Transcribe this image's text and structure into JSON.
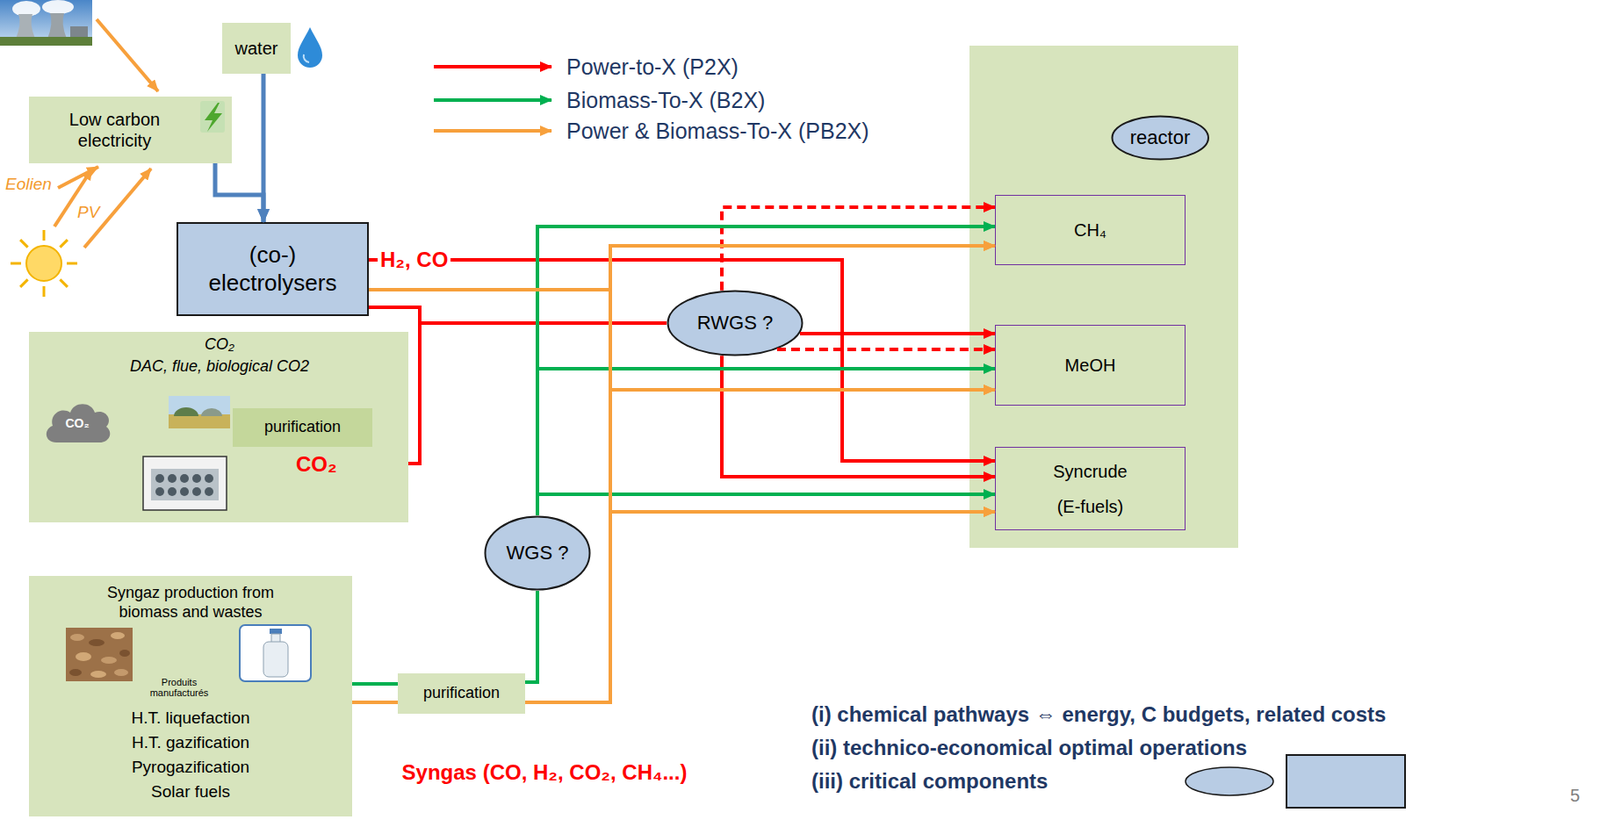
{
  "diagram": {
    "nodes": [
      {
        "text": [
          "water"
        ]
      },
      {
        "text": [
          "Low carbon electricity"
        ]
      },
      {
        "text": [
          "(co-) electrolysers"
        ]
      },
      {
        "text": [
          "reactor"
        ]
      },
      {
        "text": [
          "CH₄"
        ],
        "in": 3
      },
      {
        "text": [
          "MeOH"
        ],
        "in": 3
      },
      {
        "text": [
          "Syncrude",
          "(E-fuels)"
        ],
        "in": 3
      },
      {
        "text": [
          "RWGS ?"
        ]
      },
      {
        "text": [
          "CO₂",
          "DAC, flue, biological CO2"
        ]
      },
      {
        "text": [
          "CO₂"
        ],
        "in": 8
      },
      {
        "text": [
          "purification"
        ],
        "in": 8
      },
      {
        "text": [
          "WGS ?"
        ]
      },
      {
        "text": [
          "Syngaz production from biomass and wastes",
          "Produits manufacturés",
          "H.T. liquefaction",
          "H.T. gazification",
          "Pyrogazification",
          "Solar fuels"
        ]
      },
      {
        "text": [
          "purification"
        ]
      }
    ],
    "edges": [
      {
        "from": 1,
        "to": 2,
        "arrow": "to"
      },
      {
        "from": 0,
        "to": 2,
        "arrow": "to"
      },
      {
        "from": 2,
        "to": 6,
        "arrow": "to",
        "label": "H₂, CO"
      },
      {
        "from": 2,
        "to": 7,
        "arrow": "none"
      },
      {
        "from": 8,
        "to": 7,
        "arrow": "none"
      },
      {
        "from": 7,
        "to": 5,
        "arrow": "to"
      },
      {
        "from": 7,
        "to": 5,
        "arrow": "to"
      },
      {
        "from": 7,
        "to": 4,
        "arrow": "to"
      },
      {
        "from": 7,
        "to": 6,
        "arrow": "to"
      },
      {
        "from": 12,
        "to": 13,
        "arrow": "none"
      },
      {
        "from": 12,
        "to": 13,
        "arrow": "none"
      },
      {
        "from": 13,
        "to": 11,
        "arrow": "none"
      },
      {
        "from": 11,
        "to": 4,
        "arrow": "to"
      },
      {
        "from": 11,
        "to": 5,
        "arrow": "to"
      },
      {
        "from": 11,
        "to": 6,
        "arrow": "to"
      },
      {
        "from": 13,
        "to": 4,
        "arrow": "to"
      },
      {
        "from": 13,
        "to": 5,
        "arrow": "to"
      },
      {
        "from": 13,
        "to": 6,
        "arrow": "to"
      },
      {
        "from": 2,
        "to": 4,
        "arrow": "to"
      },
      {
        "from": 2,
        "to": 5,
        "arrow": "to"
      },
      {
        "from": 2,
        "to": 6,
        "arrow": "to"
      }
    ],
    "labels": [
      "Eolien",
      "PV",
      "CO₂",
      "Syngas (CO, H₂, CO₂, CH₄...)",
      "(i) chemical pathways ⇔ energy, C budgets, related costs",
      "(ii) technico-economical optimal operations",
      "(iii) critical components",
      "5"
    ],
    "legend": [
      {
        "text": "Power-to-X (P2X)"
      },
      {
        "text": "Biomass-To-X (B2X)"
      },
      {
        "text": "Power & Biomass-To-X (PB2X)"
      }
    ]
  }
}
